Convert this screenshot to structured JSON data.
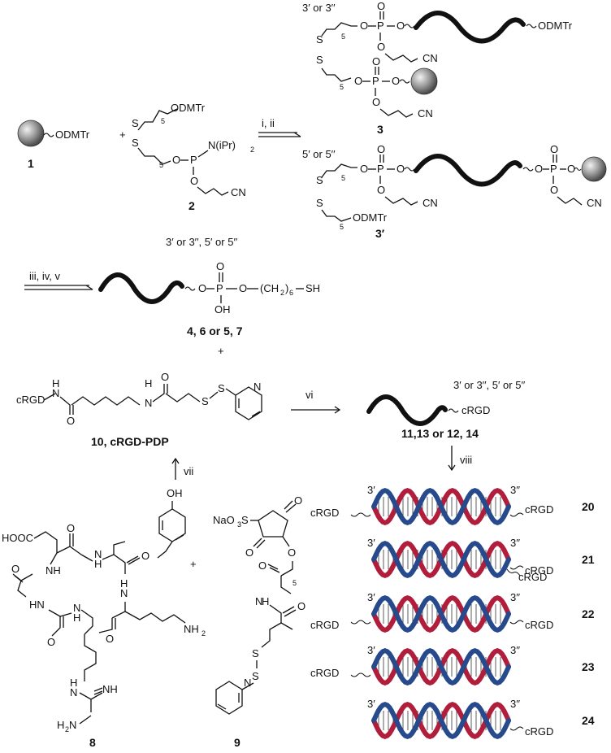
{
  "reagents": {
    "step1": "i, ii",
    "step2": "iii, iv, v",
    "step3": "vi",
    "step4": "vii",
    "step5": "viii",
    "plus": "+"
  },
  "compounds": {
    "c1": "1",
    "c2": "2",
    "c3": "3",
    "c3p": "3′",
    "c4567": "4, 6 or 5, 7",
    "c10": "10, cRGD-PDP",
    "c11": "11,13 or 12, 14",
    "c8": "8",
    "c9": "9",
    "d20": "20",
    "d21": "21",
    "d22": "22",
    "d23": "23",
    "d24": "24"
  },
  "text": {
    "odmtr": "ODMTr",
    "cn": "CN",
    "niPr2": "N(iPr)",
    "pos3": "3′ or 3′′",
    "pos5": "5′ or 5′′",
    "pos35": "3′ or 3′′, 5′ or 5′′",
    "crgd": "cRGD",
    "sh": "SH",
    "ch2": "(CH",
    "oh": "OH",
    "hooc": "HOOC",
    "nh2": "NH",
    "naso3": "NaO",
    "n": "N",
    "o": "O",
    "s": "S",
    "p": "P",
    "h": "H",
    "nh": "NH",
    "hn": "HN",
    "h2n": "H",
    "p3": "3′",
    "p3pp": "3′′",
    "five": "5",
    "six": "6",
    "two": "2"
  },
  "colors": {
    "red_strand": "#b01e3c",
    "blue_strand": "#264a8c"
  }
}
